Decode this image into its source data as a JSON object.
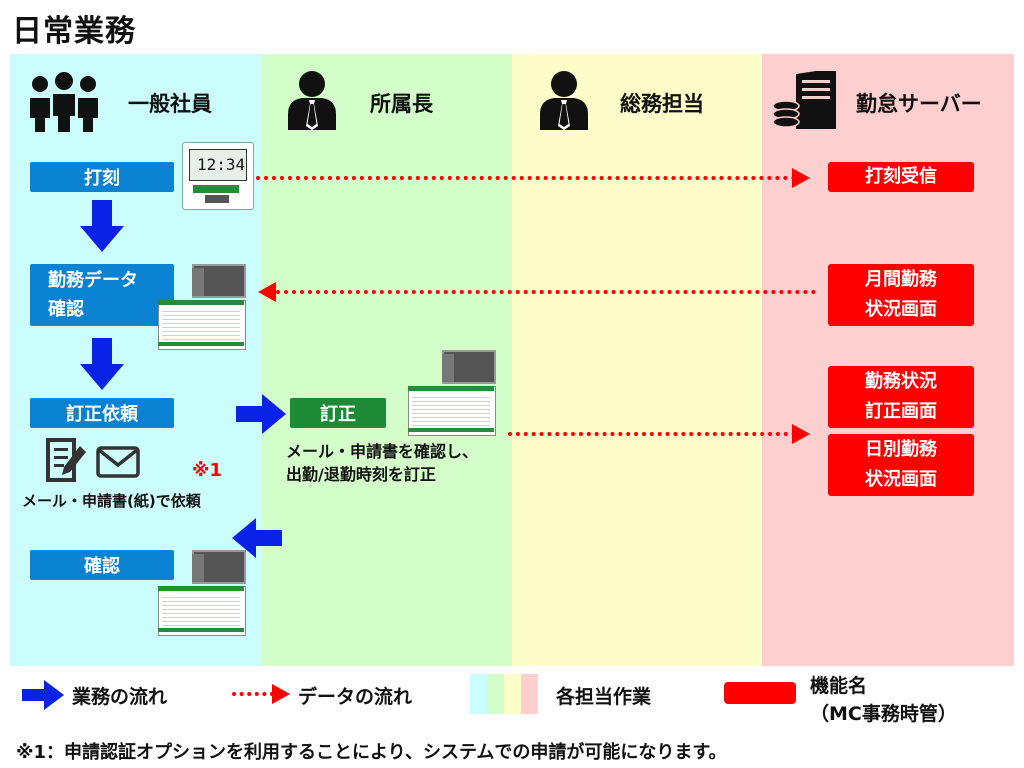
{
  "title": "日常業務",
  "lanes": {
    "employee": "一般社員",
    "manager": "所属長",
    "general_affairs": "総務担当",
    "server": "勤怠サーバー"
  },
  "steps": {
    "punch": "打刻",
    "check_data_line1": "勤務データ",
    "check_data_line2": "確認",
    "correction_request": "訂正依頼",
    "confirm": "確認",
    "correct": "訂正"
  },
  "notes": {
    "request_method": "メール・申請書(紙)で依頼",
    "footnote_mark": "※1",
    "manager_line1": "メール・申請書を確認し、",
    "manager_line2": "出勤/退勤時刻を訂正"
  },
  "clock_display": "12:34",
  "server_functions": {
    "punch_received": "打刻受信",
    "monthly_line1": "月間勤務",
    "monthly_line2": "状況画面",
    "correction_line1": "勤務状況",
    "correction_line2": "訂正画面",
    "daily_line1": "日別勤務",
    "daily_line2": "状況画面"
  },
  "legend": {
    "business_flow": "業務の流れ",
    "data_flow": "データの流れ",
    "lane_work": "各担当作業",
    "function_line1": "機能名",
    "function_line2": "（MC事務時管）"
  },
  "footnote": "※1：申請認証オプションを利用することにより、システムでの申請が可能になります。",
  "colors": {
    "lane_employee": "#ccfdfd",
    "lane_manager": "#d3fdc9",
    "lane_general": "#fdfdc9",
    "lane_server": "#fdcfcf",
    "step_blue": "#0a82d2",
    "step_green": "#1d8a36",
    "function_red": "#ff0000",
    "flow_arrow": "#0a22e6"
  }
}
